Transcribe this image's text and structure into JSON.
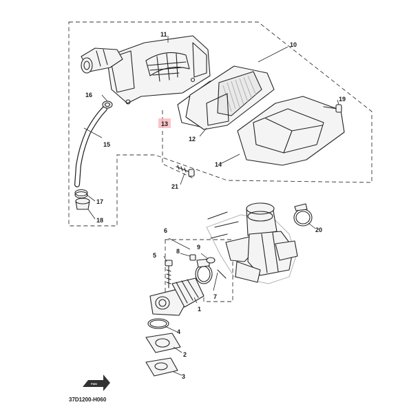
{
  "diagram": {
    "code": "37D1200-H060",
    "fwd_mark": "FWD",
    "callouts": {
      "c1": "1",
      "c2": "2",
      "c3": "3",
      "c4": "4",
      "c5": "5",
      "c6": "6",
      "c7": "7",
      "c8": "8",
      "c9": "9",
      "c10": "10",
      "c11": "11",
      "c12": "12",
      "c13": "13",
      "c14": "14",
      "c15": "15",
      "c16": "16",
      "c17": "17",
      "c18": "18",
      "c19": "19",
      "c20": "20",
      "c21": "21"
    },
    "highlighted_callout": "13",
    "highlight_color": "#f7b6bd"
  }
}
